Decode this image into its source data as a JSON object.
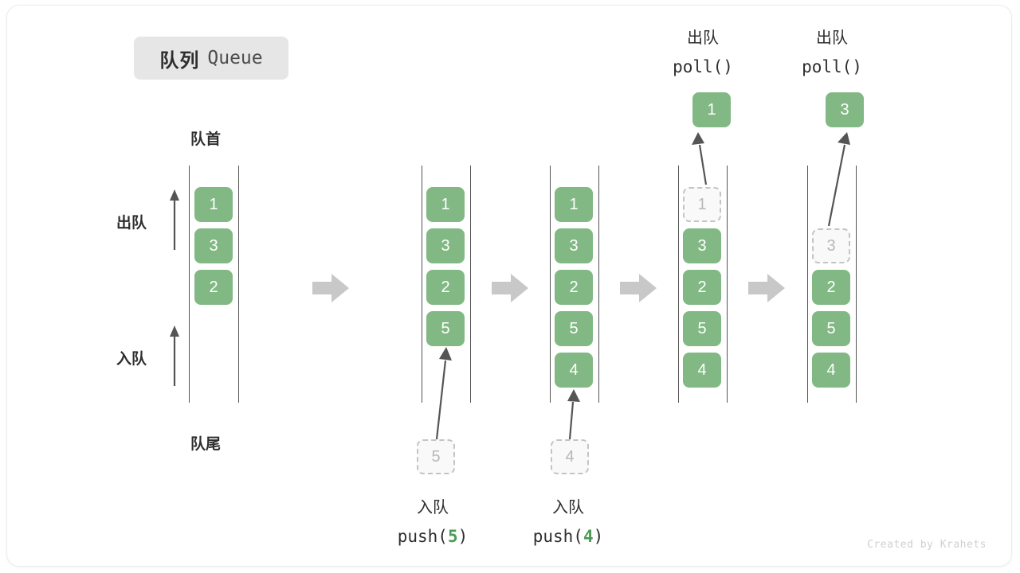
{
  "title": {
    "cn": "队列",
    "en": "Queue"
  },
  "labels": {
    "front": "队首",
    "rear": "队尾",
    "dequeue": "出队",
    "enqueue": "入队"
  },
  "colors": {
    "cell_fill": "#82b884",
    "cell_text": "#ffffff",
    "ghost_fill": "#f9f9f9",
    "ghost_border": "#c4c4c4",
    "ghost_text": "#b8b8b8",
    "rail": "#555555",
    "step_arrow": "#c8c8c8",
    "accent_number": "#4a9b55",
    "chip_bg": "#e6e6e6"
  },
  "operations": {
    "push5": {
      "cn": "入队",
      "code_before": "push(",
      "code_num": "5",
      "code_after": ")"
    },
    "push4": {
      "cn": "入队",
      "code_before": "push(",
      "code_num": "4",
      "code_after": ")"
    },
    "poll1": {
      "cn": "出队",
      "code": "poll()"
    },
    "poll2": {
      "cn": "出队",
      "code": "poll()"
    }
  },
  "columns": [
    {
      "id": "initial",
      "cells": [
        {
          "value": "1",
          "state": "filled",
          "slot": 0
        },
        {
          "value": "3",
          "state": "filled",
          "slot": 1
        },
        {
          "value": "2",
          "state": "filled",
          "slot": 2
        }
      ]
    },
    {
      "id": "after-push-5",
      "cells": [
        {
          "value": "1",
          "state": "filled",
          "slot": 0
        },
        {
          "value": "3",
          "state": "filled",
          "slot": 1
        },
        {
          "value": "2",
          "state": "filled",
          "slot": 2
        },
        {
          "value": "5",
          "state": "filled",
          "slot": 3
        }
      ]
    },
    {
      "id": "after-push-4",
      "cells": [
        {
          "value": "1",
          "state": "filled",
          "slot": 0
        },
        {
          "value": "3",
          "state": "filled",
          "slot": 1
        },
        {
          "value": "2",
          "state": "filled",
          "slot": 2
        },
        {
          "value": "5",
          "state": "filled",
          "slot": 3
        },
        {
          "value": "4",
          "state": "filled",
          "slot": 4
        }
      ]
    },
    {
      "id": "after-poll-1",
      "cells": [
        {
          "value": "1",
          "state": "ghost",
          "slot": 0
        },
        {
          "value": "3",
          "state": "filled",
          "slot": 1
        },
        {
          "value": "2",
          "state": "filled",
          "slot": 2
        },
        {
          "value": "5",
          "state": "filled",
          "slot": 3
        },
        {
          "value": "4",
          "state": "filled",
          "slot": 4
        }
      ]
    },
    {
      "id": "after-poll-3",
      "cells": [
        {
          "value": "3",
          "state": "ghost",
          "slot": 1
        },
        {
          "value": "2",
          "state": "filled",
          "slot": 2
        },
        {
          "value": "5",
          "state": "filled",
          "slot": 3
        },
        {
          "value": "4",
          "state": "filled",
          "slot": 4
        }
      ]
    }
  ],
  "incoming": [
    {
      "value": "5"
    },
    {
      "value": "4"
    }
  ],
  "outgoing": [
    {
      "value": "1"
    },
    {
      "value": "3"
    }
  ],
  "watermark": "Created by Krahets"
}
